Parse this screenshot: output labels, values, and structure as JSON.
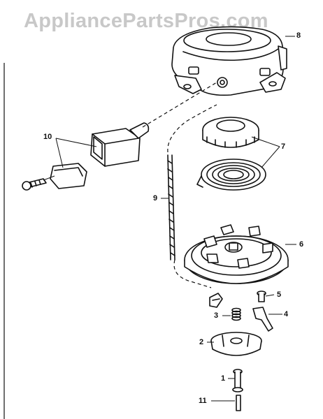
{
  "watermark": "AppliancePartsPros.com",
  "callouts": {
    "c1": "1",
    "c2": "2",
    "c3": "3",
    "c4": "4",
    "c5": "5",
    "c6": "6",
    "c7": "7",
    "c8": "8",
    "c9": "9",
    "c10": "10",
    "c11": "11"
  }
}
